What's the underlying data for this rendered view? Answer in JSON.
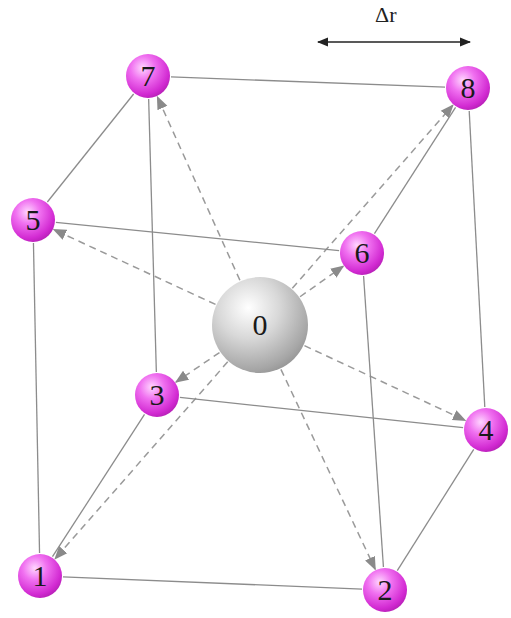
{
  "diagram": {
    "nodes": [
      {
        "text": [
          "7"
        ]
      },
      {
        "text": [
          "8"
        ]
      },
      {
        "text": [
          "5"
        ]
      },
      {
        "text": [
          "6"
        ]
      },
      {
        "text": [
          "0"
        ]
      },
      {
        "text": [
          "3"
        ]
      },
      {
        "text": [
          "4"
        ]
      },
      {
        "text": [
          "1"
        ]
      },
      {
        "text": [
          "2"
        ]
      }
    ],
    "edges": [
      {
        "from": 4,
        "to": 7,
        "arrow": "to"
      },
      {
        "from": 4,
        "to": 8,
        "arrow": "to"
      },
      {
        "from": 4,
        "to": 5,
        "arrow": "to"
      },
      {
        "from": 4,
        "to": 6,
        "arrow": "to"
      },
      {
        "from": 4,
        "to": 2,
        "arrow": "to"
      },
      {
        "from": 4,
        "to": 3,
        "arrow": "to"
      },
      {
        "from": 4,
        "to": 0,
        "arrow": "to"
      },
      {
        "from": 4,
        "to": 1,
        "arrow": "to"
      },
      {
        "from": 7,
        "to": 8,
        "arrow": "none"
      },
      {
        "from": 7,
        "to": 2,
        "arrow": "none"
      },
      {
        "from": 7,
        "to": 5,
        "arrow": "none"
      },
      {
        "from": 8,
        "to": 6,
        "arrow": "none"
      },
      {
        "from": 8,
        "to": 3,
        "arrow": "none"
      },
      {
        "from": 5,
        "to": 6,
        "arrow": "none"
      },
      {
        "from": 5,
        "to": 0,
        "arrow": "none"
      },
      {
        "from": 6,
        "to": 1,
        "arrow": "none"
      },
      {
        "from": 2,
        "to": 3,
        "arrow": "none"
      },
      {
        "from": 2,
        "to": 0,
        "arrow": "none"
      },
      {
        "from": 3,
        "to": 1,
        "arrow": "none"
      },
      {
        "from": 0,
        "to": 1,
        "arrow": "none"
      }
    ],
    "labels": [
      "Δr"
    ]
  }
}
